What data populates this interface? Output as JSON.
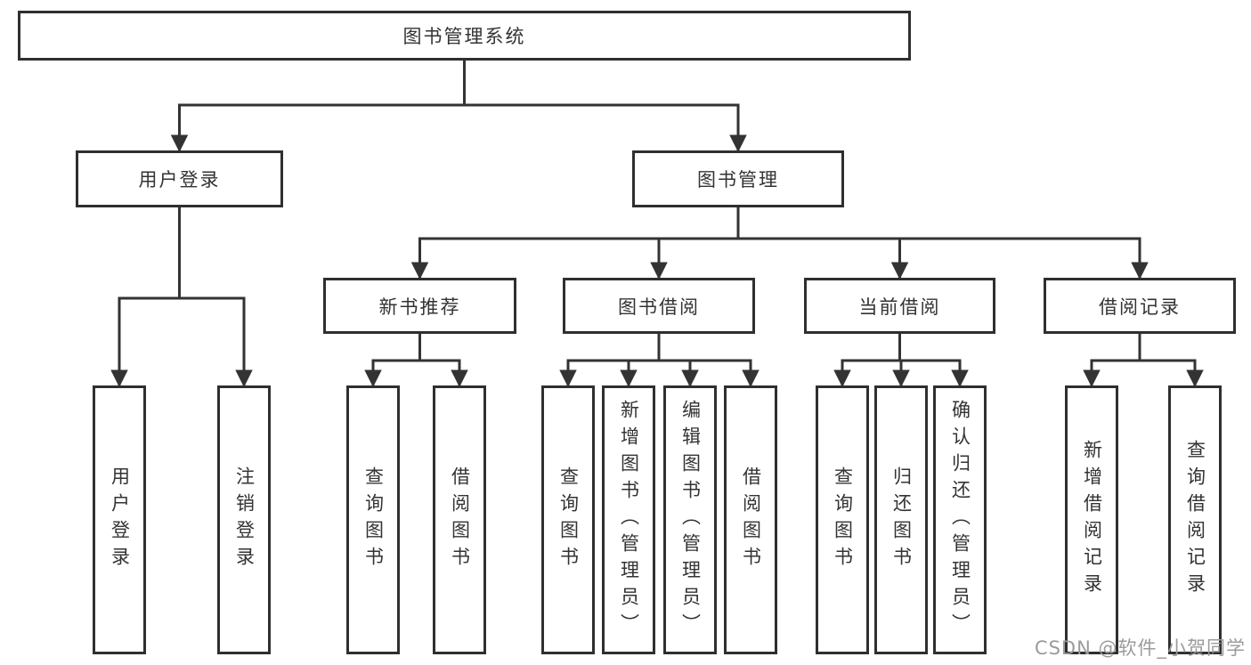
{
  "diagram": {
    "root": {
      "label": "图书管理系统"
    },
    "branches": [
      {
        "label": "用户登录",
        "children": [
          {
            "label": "用户登录"
          },
          {
            "label": "注销登录"
          }
        ]
      },
      {
        "label": "图书管理",
        "children": [
          {
            "label": "新书推荐",
            "children": [
              {
                "label": "查询图书"
              },
              {
                "label": "借阅图书"
              }
            ]
          },
          {
            "label": "图书借阅",
            "children": [
              {
                "label": "查询图书"
              },
              {
                "label": "新增图书（管理员）"
              },
              {
                "label": "编辑图书（管理员）"
              },
              {
                "label": "借阅图书"
              }
            ]
          },
          {
            "label": "当前借阅",
            "children": [
              {
                "label": "查询图书"
              },
              {
                "label": "归还图书"
              },
              {
                "label": "确认归还（管理员）"
              }
            ]
          },
          {
            "label": "借阅记录",
            "children": [
              {
                "label": "新增借阅记录"
              },
              {
                "label": "查询借阅记录"
              }
            ]
          }
        ]
      }
    ]
  },
  "watermark": {
    "text": "CSDN @软件_小贺同学"
  },
  "colors": {
    "line": "#333333",
    "box_border": "#2f2f2f",
    "box_fill": "#ffffff",
    "text": "#333333",
    "watermark": "#9b9b9b",
    "background": "#ffffff"
  }
}
